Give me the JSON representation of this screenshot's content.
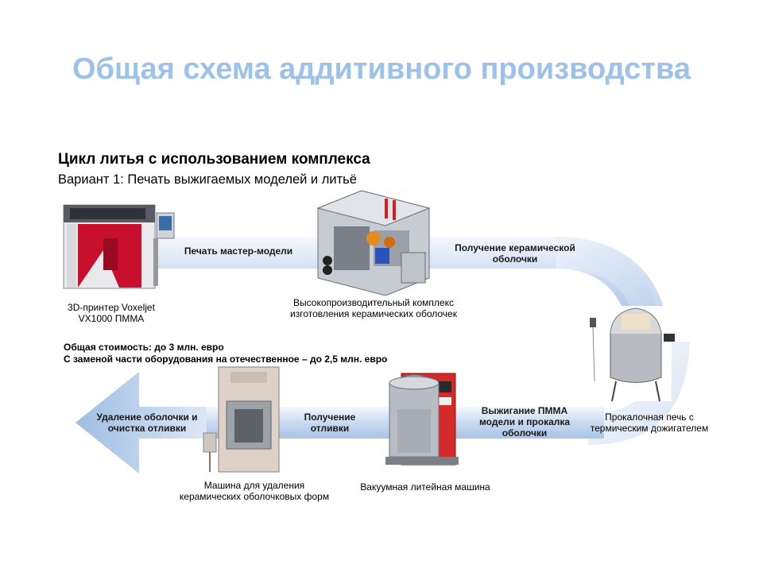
{
  "slide": {
    "title": "Общая схема аддитивного производства",
    "heading": "Цикл литья с использованием комплекса",
    "subheading": "Вариант 1: Печать выжигаемых моделей и литьё"
  },
  "flow": {
    "arrows": [
      {
        "id": "print",
        "label": "Печать мастер-модели"
      },
      {
        "id": "shell",
        "label": "Получение керамической оболочки"
      },
      {
        "id": "burn",
        "label": "Выжигание ПММА модели и прокалка оболочки"
      },
      {
        "id": "cast",
        "label": "Получение отливки"
      },
      {
        "id": "remove",
        "label": "Удаление оболочки и очистка отливки"
      }
    ],
    "equipment": [
      {
        "id": "printer",
        "label_line1": "3D-принтер Voxeljet",
        "label_line2": "VX1000 ПММА"
      },
      {
        "id": "complex",
        "label_line1": "Высокопроизводительный комплекс",
        "label_line2": "изготовления керамических оболочек"
      },
      {
        "id": "furnace",
        "label_line1": "Прокалочная печь с",
        "label_line2": "термическим дожигателем"
      },
      {
        "id": "vacuum",
        "label_line1": "Вакуумная литейная машина",
        "label_line2": ""
      },
      {
        "id": "remover",
        "label_line1": "Машина для удаления",
        "label_line2": "керамических оболочковых форм"
      }
    ],
    "cost": {
      "line1": "Общая стоимость: до 3 млн. евро",
      "line2": "С заменой части оборудования на отечественное – до 2,5 млн. евро"
    }
  },
  "colors": {
    "title": "#9cc2eb",
    "arrow_light": "#f2f6fc",
    "arrow_dark": "#aec7e8",
    "printer_red": "#c8102e",
    "vacuum_red": "#d42a2a"
  }
}
